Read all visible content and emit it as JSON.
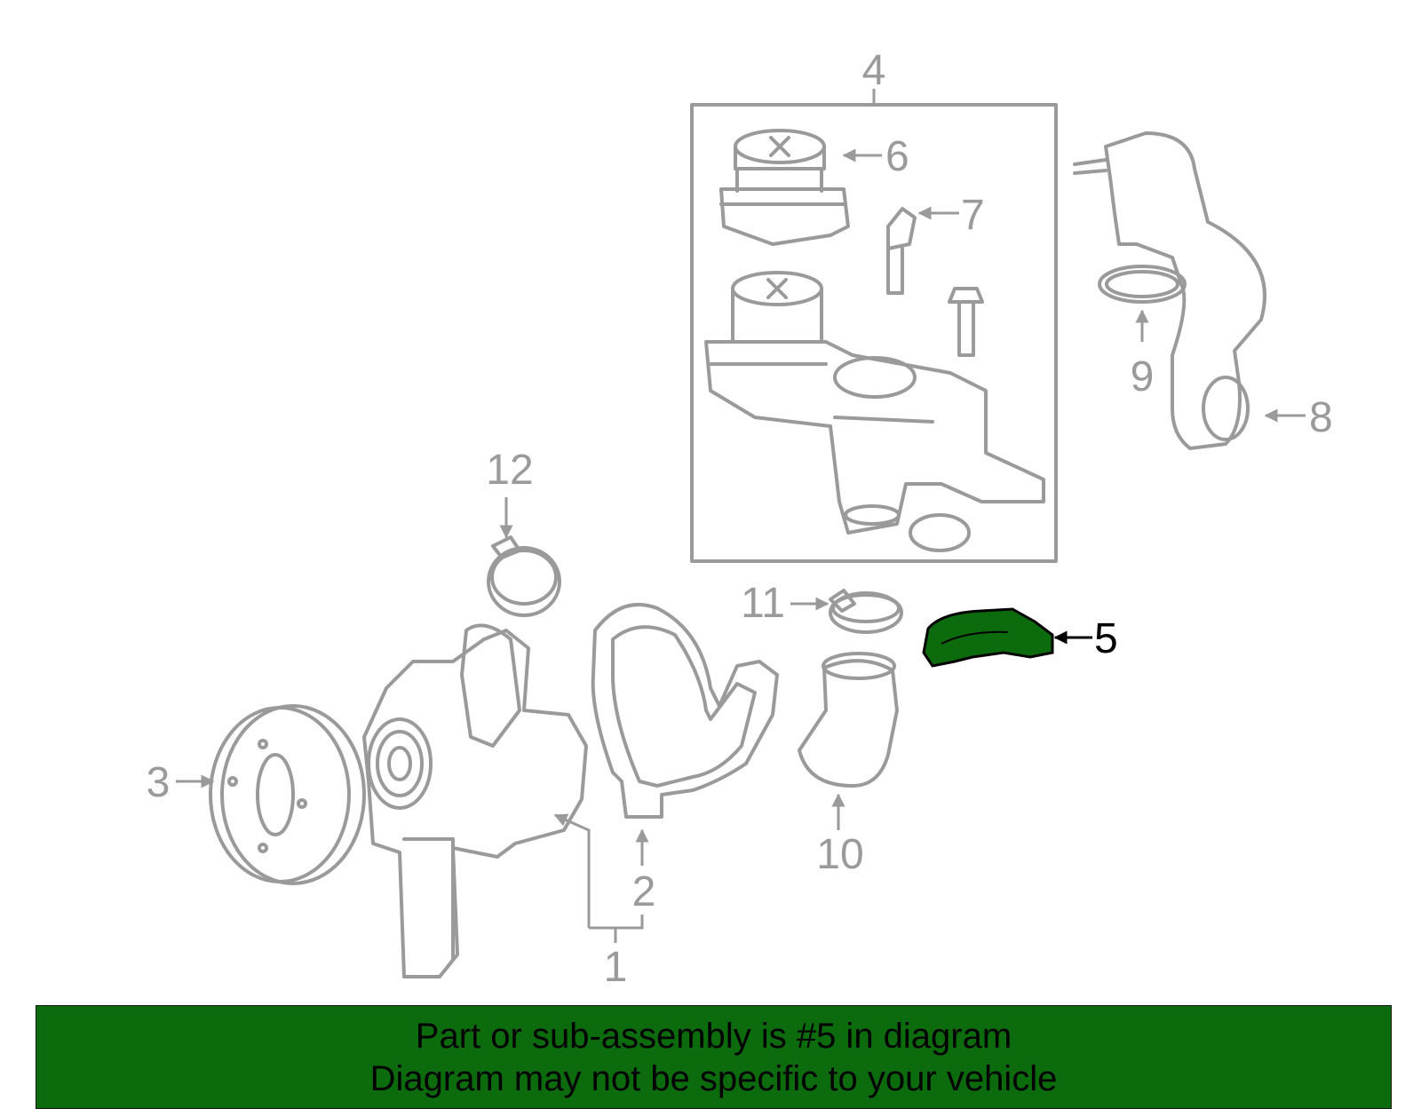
{
  "highlight_color": "#0c6b0c",
  "highlighted_part": "5",
  "callouts": {
    "p1": "1",
    "p2": "2",
    "p3": "3",
    "p4": "4",
    "p5": "5",
    "p6": "6",
    "p7": "7",
    "p8": "8",
    "p9": "9",
    "p10": "10",
    "p11": "11",
    "p12": "12"
  },
  "banner": {
    "line1": "Part or sub-assembly is #5 in diagram",
    "line2": "Diagram may not be specific to your vehicle"
  }
}
